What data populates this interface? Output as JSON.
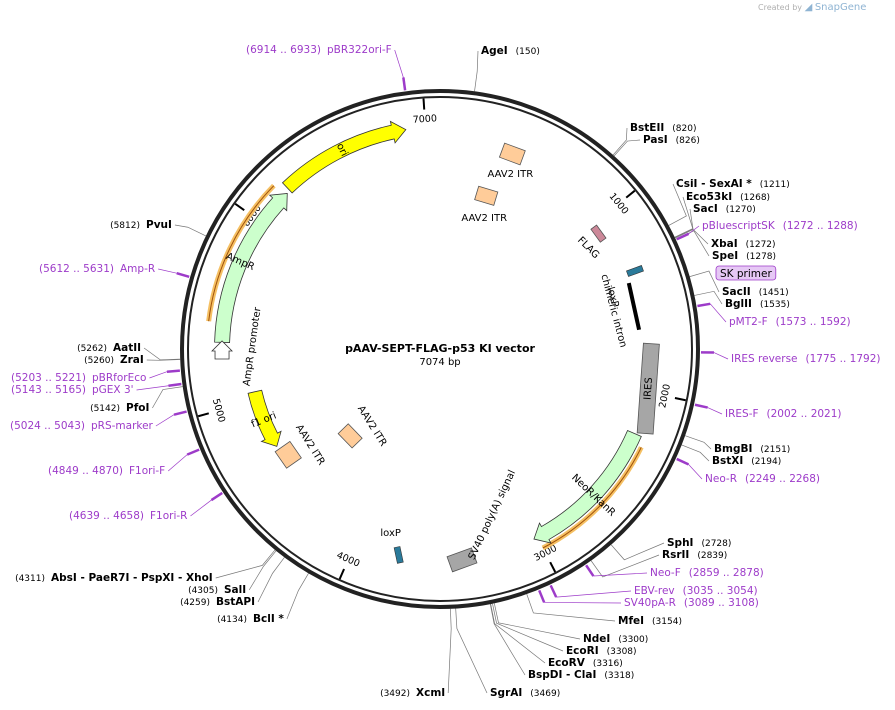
{
  "credit": {
    "prefix": "Created by",
    "brand": "SnapGene"
  },
  "map": {
    "title": "pAAV-SEPT-FLAG-p53 KI vector",
    "length_label": "7074 bp",
    "total_bp": 7074,
    "ticks": [
      {
        "label": "1000",
        "bp": 1000
      },
      {
        "label": "2000",
        "bp": 2000
      },
      {
        "label": "3000",
        "bp": 3000
      },
      {
        "label": "4000",
        "bp": 4000
      },
      {
        "label": "5000",
        "bp": 5000
      },
      {
        "label": "6000",
        "bp": 6000
      },
      {
        "label": "7000",
        "bp": 7000
      }
    ],
    "colors": {
      "backbone": "#222222",
      "primer": "#9d3bc9",
      "ori": "#ffff00",
      "itr": "#ffcc99",
      "ampr": "#ccffcc",
      "ires": "#a6a6a6",
      "flag": "#cc8899",
      "loxp": "#2a7a9a",
      "highlight": "#f5c063"
    }
  },
  "enzymes": [
    {
      "name": "AgeI",
      "pos": "(150)",
      "bp": 150
    },
    {
      "name": "BstEII",
      "pos": "(820)",
      "bp": 820
    },
    {
      "name": "PasI",
      "pos": "(826)",
      "bp": 826
    },
    {
      "name": "CsiI - SexAI *",
      "pos": "(1211)",
      "bp": 1211
    },
    {
      "name": "Eco53kI",
      "pos": "(1268)",
      "bp": 1268
    },
    {
      "name": "SacI",
      "pos": "(1270)",
      "bp": 1270
    },
    {
      "name": "XbaI",
      "pos": "(1272)",
      "bp": 1272
    },
    {
      "name": "SpeI",
      "pos": "(1278)",
      "bp": 1278
    },
    {
      "name": "SacII",
      "pos": "(1451)",
      "bp": 1451
    },
    {
      "name": "BglII",
      "pos": "(1535)",
      "bp": 1535
    },
    {
      "name": "BmgBI",
      "pos": "(2151)",
      "bp": 2151
    },
    {
      "name": "BstXI",
      "pos": "(2194)",
      "bp": 2194
    },
    {
      "name": "SphI",
      "pos": "(2728)",
      "bp": 2728
    },
    {
      "name": "RsrII",
      "pos": "(2839)",
      "bp": 2839
    },
    {
      "name": "MfeI",
      "pos": "(3154)",
      "bp": 3154
    },
    {
      "name": "NdeI",
      "pos": "(3300)",
      "bp": 3300
    },
    {
      "name": "EcoRI",
      "pos": "(3308)",
      "bp": 3308
    },
    {
      "name": "EcoRV",
      "pos": "(3316)",
      "bp": 3316
    },
    {
      "name": "BspDI - ClaI",
      "pos": "(3318)",
      "bp": 3318
    },
    {
      "name": "SgrAI",
      "pos": "(3469)",
      "bp": 3469
    },
    {
      "name": "XcmI",
      "pos": "(3492)",
      "bp": 3492
    },
    {
      "name": "BclI *",
      "pos": "(4134)",
      "bp": 4134
    },
    {
      "name": "BstAPI",
      "pos": "(4259)",
      "bp": 4259
    },
    {
      "name": "SalI",
      "pos": "(4305)",
      "bp": 4305
    },
    {
      "name": "AbsI - PaeR7I - PspXI - XhoI",
      "pos": "(4311)",
      "bp": 4311
    },
    {
      "name": "PfoI",
      "pos": "(5142)",
      "bp": 5142
    },
    {
      "name": "ZraI",
      "pos": "(5260)",
      "bp": 5260
    },
    {
      "name": "AatII",
      "pos": "(5262)",
      "bp": 5262
    },
    {
      "name": "PvuI",
      "pos": "(5812)",
      "bp": 5812
    }
  ],
  "primers": [
    {
      "name": "pBR322ori-F",
      "range": "(6914 .. 6933)",
      "bp": 6923
    },
    {
      "name": "pBluescriptSK",
      "range": "(1272 .. 1288)",
      "bp": 1280
    },
    {
      "name": "SK primer",
      "range": "",
      "bp": 1282,
      "boxed": true
    },
    {
      "name": "pMT2-F",
      "range": "(1573 .. 1592)",
      "bp": 1582
    },
    {
      "name": "IRES reverse",
      "range": "(1775 .. 1792)",
      "bp": 1783
    },
    {
      "name": "IRES-F",
      "range": "(2002 .. 2021)",
      "bp": 2011
    },
    {
      "name": "Neo-R",
      "range": "(2249 .. 2268)",
      "bp": 2258
    },
    {
      "name": "Neo-F",
      "range": "(2859 .. 2878)",
      "bp": 2868
    },
    {
      "name": "EBV-rev",
      "range": "(3035 .. 3054)",
      "bp": 3044
    },
    {
      "name": "SV40pA-R",
      "range": "(3089 .. 3108)",
      "bp": 3098
    },
    {
      "name": "F1ori-R",
      "range": "(4639 .. 4658)",
      "bp": 4648
    },
    {
      "name": "F1ori-F",
      "range": "(4849 .. 4870)",
      "bp": 4860
    },
    {
      "name": "pRS-marker",
      "range": "(5024 .. 5043)",
      "bp": 5033
    },
    {
      "name": "pGEX 3'",
      "range": "(5143 .. 5165)",
      "bp": 5154
    },
    {
      "name": "pBRforEco",
      "range": "(5203 .. 5221)",
      "bp": 5212
    },
    {
      "name": "Amp-R",
      "range": "(5612 .. 5631)",
      "bp": 5621
    }
  ],
  "features": [
    {
      "name": "ori",
      "kind": "arrow-cw",
      "start": 6220,
      "end": 6900
    },
    {
      "name": "AmpR",
      "kind": "arrow-cw",
      "start": 5340,
      "end": 6200
    },
    {
      "name": "AmpR promoter",
      "kind": "arrow-cw",
      "start": 5230,
      "end": 5340
    },
    {
      "name": "f1 ori",
      "kind": "arrow-ccw",
      "start": 4700,
      "end": 5050
    },
    {
      "name": "AAV2 ITR",
      "kind": "box",
      "bp": 400
    },
    {
      "name": "AAV2 ITR",
      "kind": "box",
      "bp": 330
    },
    {
      "name": "AAV2 ITR",
      "kind": "box",
      "bp": 4440
    },
    {
      "name": "AAV2 ITR",
      "kind": "box",
      "bp": 4620
    },
    {
      "name": "FLAG",
      "kind": "box",
      "bp": 1060
    },
    {
      "name": "loxP",
      "kind": "box",
      "bp": 1340
    },
    {
      "name": "chimeric intron",
      "kind": "bar",
      "start": 1390,
      "end": 1660
    },
    {
      "name": "IRES",
      "kind": "box",
      "start": 1780,
      "end": 2180
    },
    {
      "name": "NeoR/KanR",
      "kind": "arrow-cw",
      "start": 2230,
      "end": 3020
    },
    {
      "name": "SV40 poly(A) signal",
      "kind": "box",
      "bp": 3420
    },
    {
      "name": "loxP",
      "kind": "box",
      "bp": 3760
    }
  ]
}
